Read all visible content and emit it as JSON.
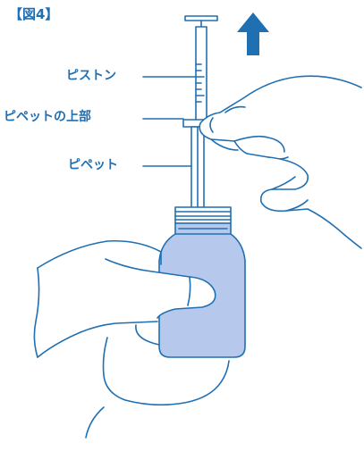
{
  "figure": {
    "title": "【図4】",
    "labels": {
      "piston": "ピストン",
      "pipette_top": "ピペットの上部",
      "pipette": "ピペット"
    }
  },
  "colors": {
    "line": "#1f6fb3",
    "label": "#1f6fb3",
    "bottle_fill": "#b6c8ec",
    "arrow": "#1f6fb3"
  },
  "icons": {
    "arrow": "arrow-up-icon"
  }
}
